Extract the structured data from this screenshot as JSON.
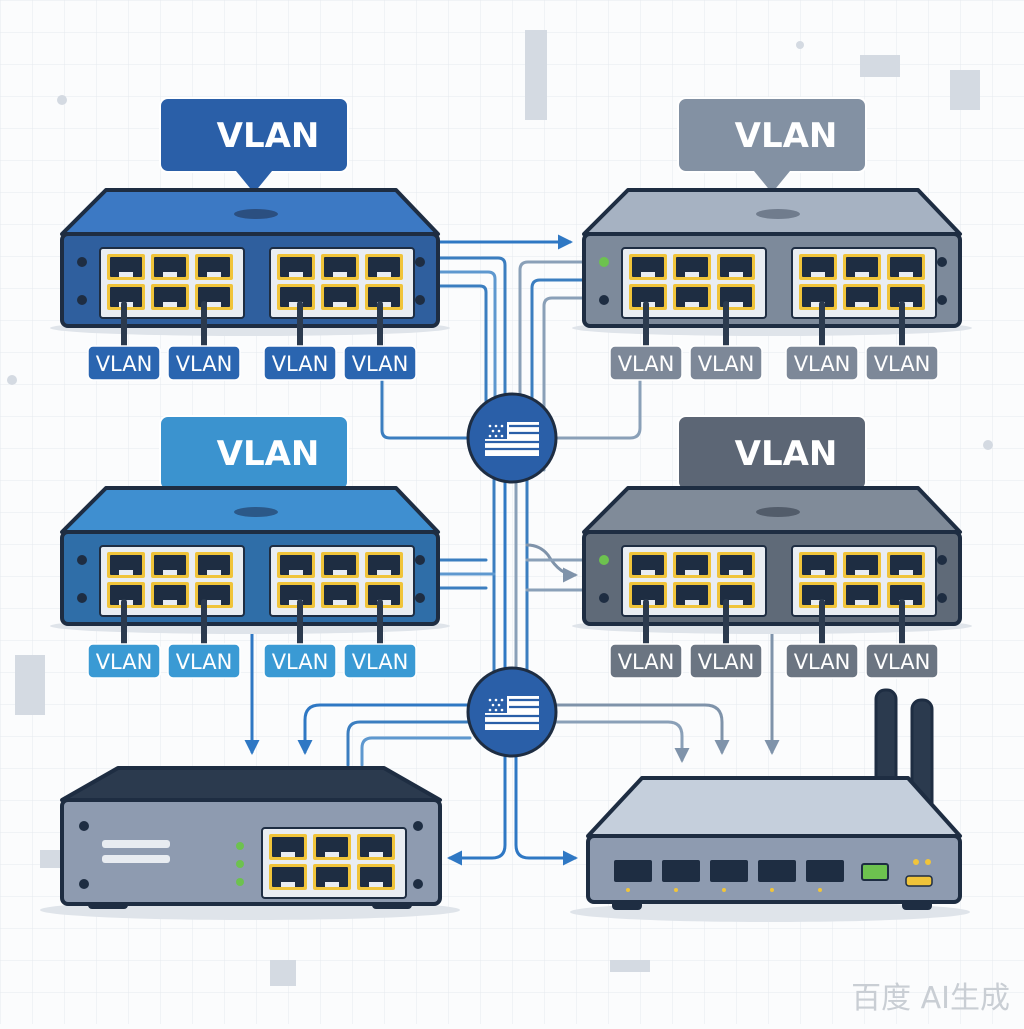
{
  "colors": {
    "background": "#fbfcfd",
    "grid": "#e3e8ee",
    "blue_dark": "#2a5fa8",
    "blue_light": "#3b93cf",
    "gray_light": "#8391a3",
    "gray_dark": "#5c6675",
    "outline": "#1e2d42",
    "port_frame": "#f0c43a",
    "link_blue": "#3b7ec0",
    "link_gray": "#8aa0b8"
  },
  "switches": [
    {
      "id": "switch-1",
      "callout": "VLAN",
      "theme": "blue_dark",
      "icon": "managed-switch-icon",
      "port_tags": [
        "VLAN",
        "VLAN",
        "VLAN",
        "VLAN"
      ]
    },
    {
      "id": "switch-2",
      "callout": "VLAN",
      "theme": "gray_light",
      "icon": "managed-switch-icon",
      "port_tags": [
        "VLAN",
        "VLAN",
        "VLAN",
        "VLAN"
      ]
    },
    {
      "id": "switch-3",
      "callout": "VLAN",
      "theme": "blue_light",
      "icon": "managed-switch-icon",
      "port_tags": [
        "VLAN",
        "VLAN",
        "VLAN",
        "VLAN"
      ]
    },
    {
      "id": "switch-4",
      "callout": "VLAN",
      "theme": "gray_dark",
      "icon": "managed-switch-icon",
      "port_tags": [
        "VLAN",
        "VLAN",
        "VLAN",
        "VLAN"
      ]
    }
  ],
  "hubs": [
    {
      "id": "hub-upper",
      "icon": "flag-icon"
    },
    {
      "id": "hub-lower",
      "icon": "flag-icon"
    }
  ],
  "bottom_devices": [
    {
      "id": "core-switch",
      "icon": "network-switch-icon"
    },
    {
      "id": "wifi-router",
      "icon": "router-icon"
    }
  ],
  "watermark": "百度 AI生成"
}
